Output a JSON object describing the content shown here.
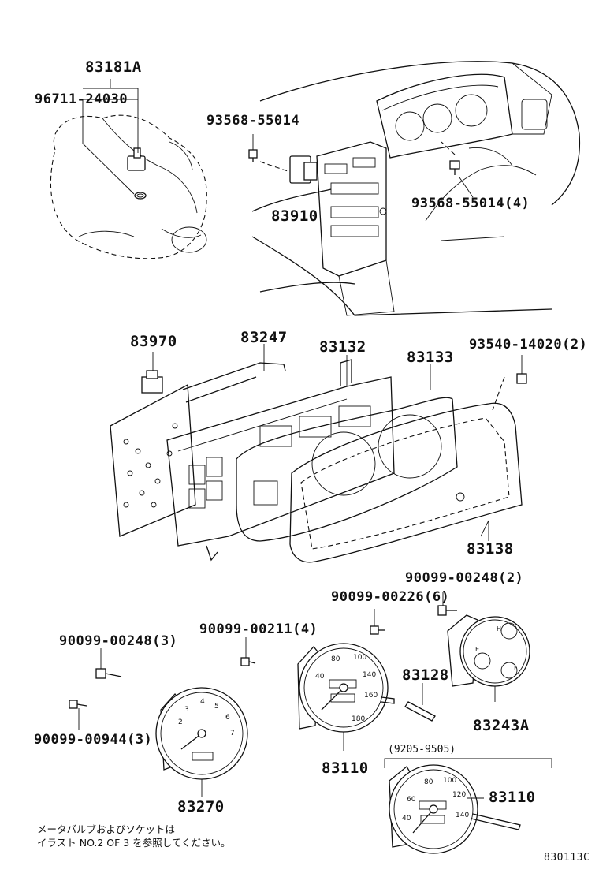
{
  "labels": {
    "p83181A": "83181A",
    "p96711": "96711-24030",
    "p93568a": "93568-55014",
    "p83910": "83910",
    "p93568b": "93568-55014(4)",
    "p83970": "83970",
    "p83247": "83247",
    "p83132": "83132",
    "p83133": "83133",
    "p93540": "93540-14020(2)",
    "p83138": "83138",
    "p90099_248_2": "90099-00248(2)",
    "p90099_226": "90099-00226(6)",
    "p90099_211": "90099-00211(4)",
    "p90099_248_3": "90099-00248(3)",
    "p83128": "83128",
    "p83243A": "83243A",
    "p90099_944": "90099-00944(3)",
    "p83110a": "83110",
    "p83270": "83270",
    "p83110b": "83110"
  },
  "date_range": "(9205-9505)",
  "note_lines": [
    "メータバルブおよびソケットは",
    "イラスト NO.2 OF 3 を参照してください。"
  ],
  "illustration_code": "830113C"
}
